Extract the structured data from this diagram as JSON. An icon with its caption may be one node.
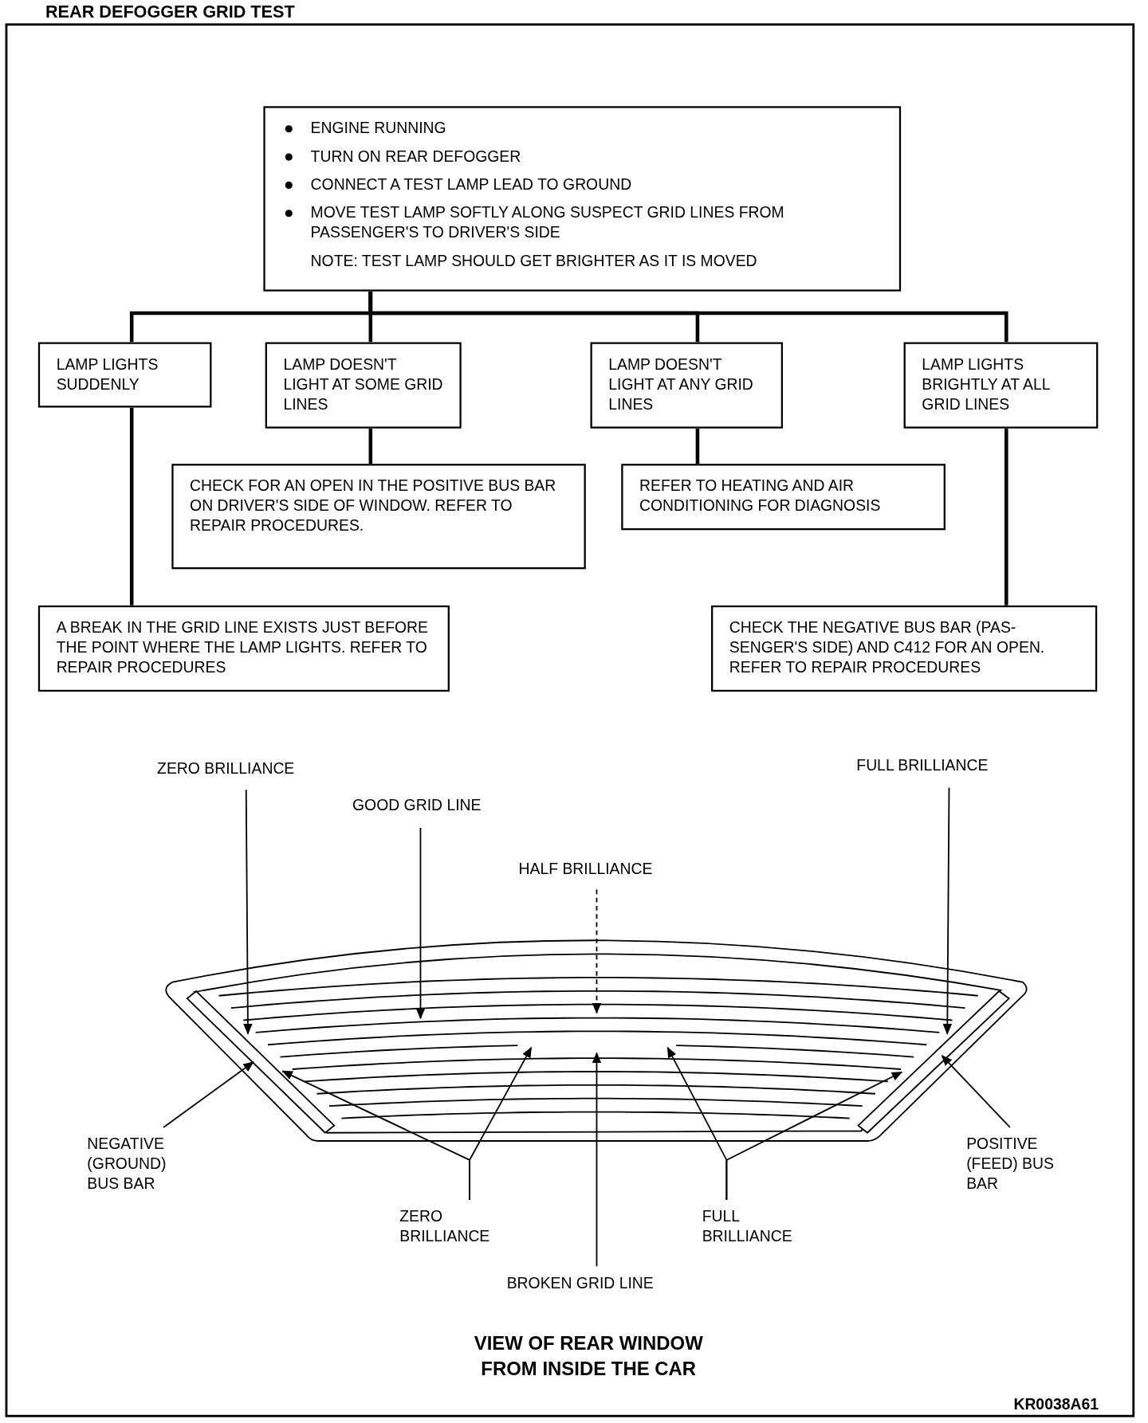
{
  "diagram": {
    "title": "REAR DEFOGGER GRID TEST",
    "caption": "VIEW OF REAR WINDOW FROM INSIDE THE CAR",
    "nodes": [
      {
        "text": [
          "ENGINE RUNNING",
          "TURN ON REAR DEFOGGER",
          "CONNECT A TEST LAMP LEAD TO GROUND",
          "MOVE TEST LAMP SOFTLY ALONG SUSPECT GRID LINES FROM PASSENGER'S TO DRIVER'S SIDE",
          "NOTE: TEST LAMP SHOULD GET BRIGHTER AS IT IS MOVED"
        ]
      },
      {
        "text": [
          "LAMP LIGHTS SUDDENLY"
        ]
      },
      {
        "text": [
          "LAMP DOESN'T LIGHT AT SOME GRID LINES"
        ]
      },
      {
        "text": [
          "LAMP DOESN'T LIGHT AT ANY GRID LINES"
        ]
      },
      {
        "text": [
          "LAMP LIGHTS BRIGHTLY AT ALL GRID LINES"
        ]
      },
      {
        "text": [
          "CHECK FOR AN OPEN IN THE POSITIVE BUS BAR ON DRIVER'S SIDE OF WINDOW. REFER TO REPAIR PROCEDURES."
        ]
      },
      {
        "text": [
          "REFER TO HEATING AND AIR CONDITIONING FOR DIAGNOSIS"
        ]
      },
      {
        "text": [
          "A BREAK IN THE GRID LINE EXISTS JUST BEFORE THE POINT WHERE THE LAMP LIGHTS. REFER TO REPAIR PROCEDURES"
        ]
      },
      {
        "text": [
          "CHECK THE NEGATIVE BUS BAR (PAS- SENGER'S SIDE) AND C412 FOR AN OPEN. REFER TO REPAIR PROCEDURES"
        ]
      },
      {
        "text": [
          "ZERO BRILLIANCE"
        ]
      },
      {
        "text": [
          "FULL BRILLIANCE"
        ]
      },
      {
        "text": [
          "GOOD GRID LINE"
        ]
      },
      {
        "text": [
          "HALF BRILLIANCE"
        ]
      },
      {
        "text": [],
        "shape": "bar"
      },
      {
        "text": [],
        "shape": "bar"
      },
      {
        "text": [
          "NEGATIVE (GROUND) BUS BAR"
        ]
      },
      {
        "text": [
          "POSITIVE (FEED) BUS BAR"
        ]
      },
      {
        "text": [
          "ZERO BRILLIANCE"
        ]
      },
      {
        "text": [
          "FULL BRILLIANCE"
        ]
      },
      {
        "text": [
          "BROKEN GRID LINE"
        ]
      }
    ],
    "edges": [
      {
        "from": 0,
        "to": 1,
        "arrow": "none",
        "style": "thick"
      },
      {
        "from": 0,
        "to": 2,
        "arrow": "none",
        "style": "thick"
      },
      {
        "from": 0,
        "to": 3,
        "arrow": "none",
        "style": "thick"
      },
      {
        "from": 0,
        "to": 4,
        "arrow": "none",
        "style": "thick"
      },
      {
        "from": 2,
        "to": 5,
        "arrow": "none",
        "style": "thick"
      },
      {
        "from": 3,
        "to": 6,
        "arrow": "none",
        "style": "thick"
      },
      {
        "from": 1,
        "to": 7,
        "arrow": "none",
        "style": "thick"
      },
      {
        "from": 4,
        "to": 8,
        "arrow": "none",
        "style": "thick"
      },
      {
        "from": 9,
        "to": 13,
        "arrow": "to"
      },
      {
        "from": 10,
        "to": 14,
        "arrow": "to"
      },
      {
        "from": 11,
        "to": null,
        "arrow": "to"
      },
      {
        "from": 12,
        "to": null,
        "arrow": "to",
        "style": "dashed"
      },
      {
        "from": 15,
        "to": 13,
        "arrow": "to"
      },
      {
        "from": 16,
        "to": 14,
        "arrow": "to"
      },
      {
        "from": 17,
        "to": null,
        "arrow": "to"
      },
      {
        "from": 17,
        "to": 13,
        "arrow": "to"
      },
      {
        "from": 18,
        "to": null,
        "arrow": "to"
      },
      {
        "from": 18,
        "to": 14,
        "arrow": "to"
      },
      {
        "from": 19,
        "to": null,
        "arrow": "to"
      }
    ],
    "labels": [
      "KR0038A61"
    ]
  }
}
